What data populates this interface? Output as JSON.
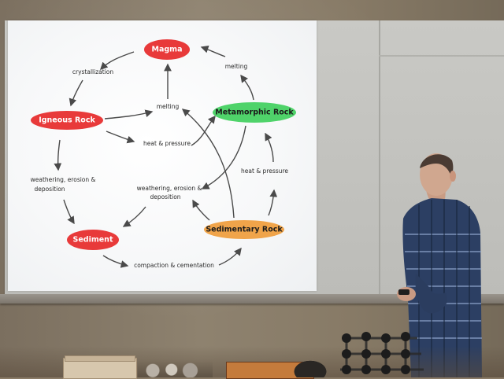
{
  "diagram": {
    "nodes": {
      "magma": {
        "label": "Magma",
        "color": "#e83a3a",
        "text_color": "#ffffff"
      },
      "igneous": {
        "label": "Igneous Rock",
        "color": "#e83a3a",
        "text_color": "#ffffff"
      },
      "metamorphic": {
        "label": "Metamorphic Rock",
        "color": "#4fd36a",
        "text_color": "#1b1b1b"
      },
      "sediment": {
        "label": "Sediment",
        "color": "#e83a3a",
        "text_color": "#ffffff"
      },
      "sedimentary": {
        "label": "Sedimentary Rock",
        "color": "#f0a44a",
        "text_color": "#1b1b1b"
      }
    },
    "edges": {
      "crystallization": "crystallization",
      "melting_center": "melting",
      "melting_top": "melting",
      "heat_pressure_left": "heat & pressure",
      "heat_pressure_right": "heat & pressure",
      "weathering_left_1": "weathering, erosion &",
      "weathering_left_2": "deposition",
      "weathering_center_1": "weathering, erosion &",
      "weathering_center_2": "deposition",
      "compaction": "compaction & cementation"
    },
    "arrow_color": "#4a4a4a"
  }
}
